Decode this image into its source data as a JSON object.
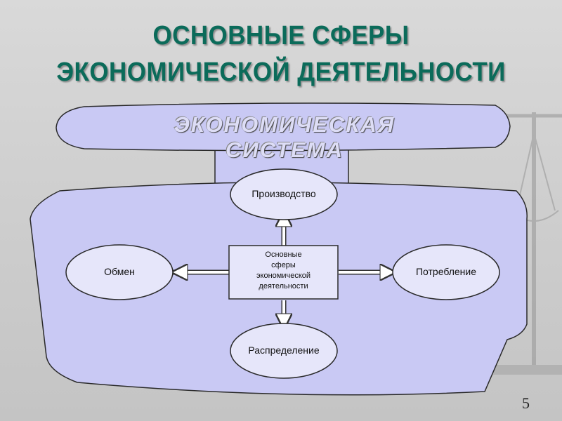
{
  "slide": {
    "title_line1": "ОСНОВНЫЕ СФЕРЫ",
    "title_line2": "ЭКОНОМИЧЕСКОЙ ДЕЯТЕЛЬНОСТИ",
    "page_number": "5"
  },
  "diagram": {
    "system_label_line1": "ЭКОНОМИЧЕСКАЯ",
    "system_label_line2": "СИСТЕМА",
    "center_lines": [
      "Основные",
      "сферы",
      "экономической",
      "деятельности"
    ],
    "nodes": {
      "top": "Производство",
      "left": "Обмен",
      "right": "Потребление",
      "bottom": "Распределение"
    },
    "colors": {
      "title": "#0b6b5a",
      "fill": "#c9c9f4",
      "node_fill": "#e6e6fa",
      "outline": "#2a2a2a"
    }
  }
}
